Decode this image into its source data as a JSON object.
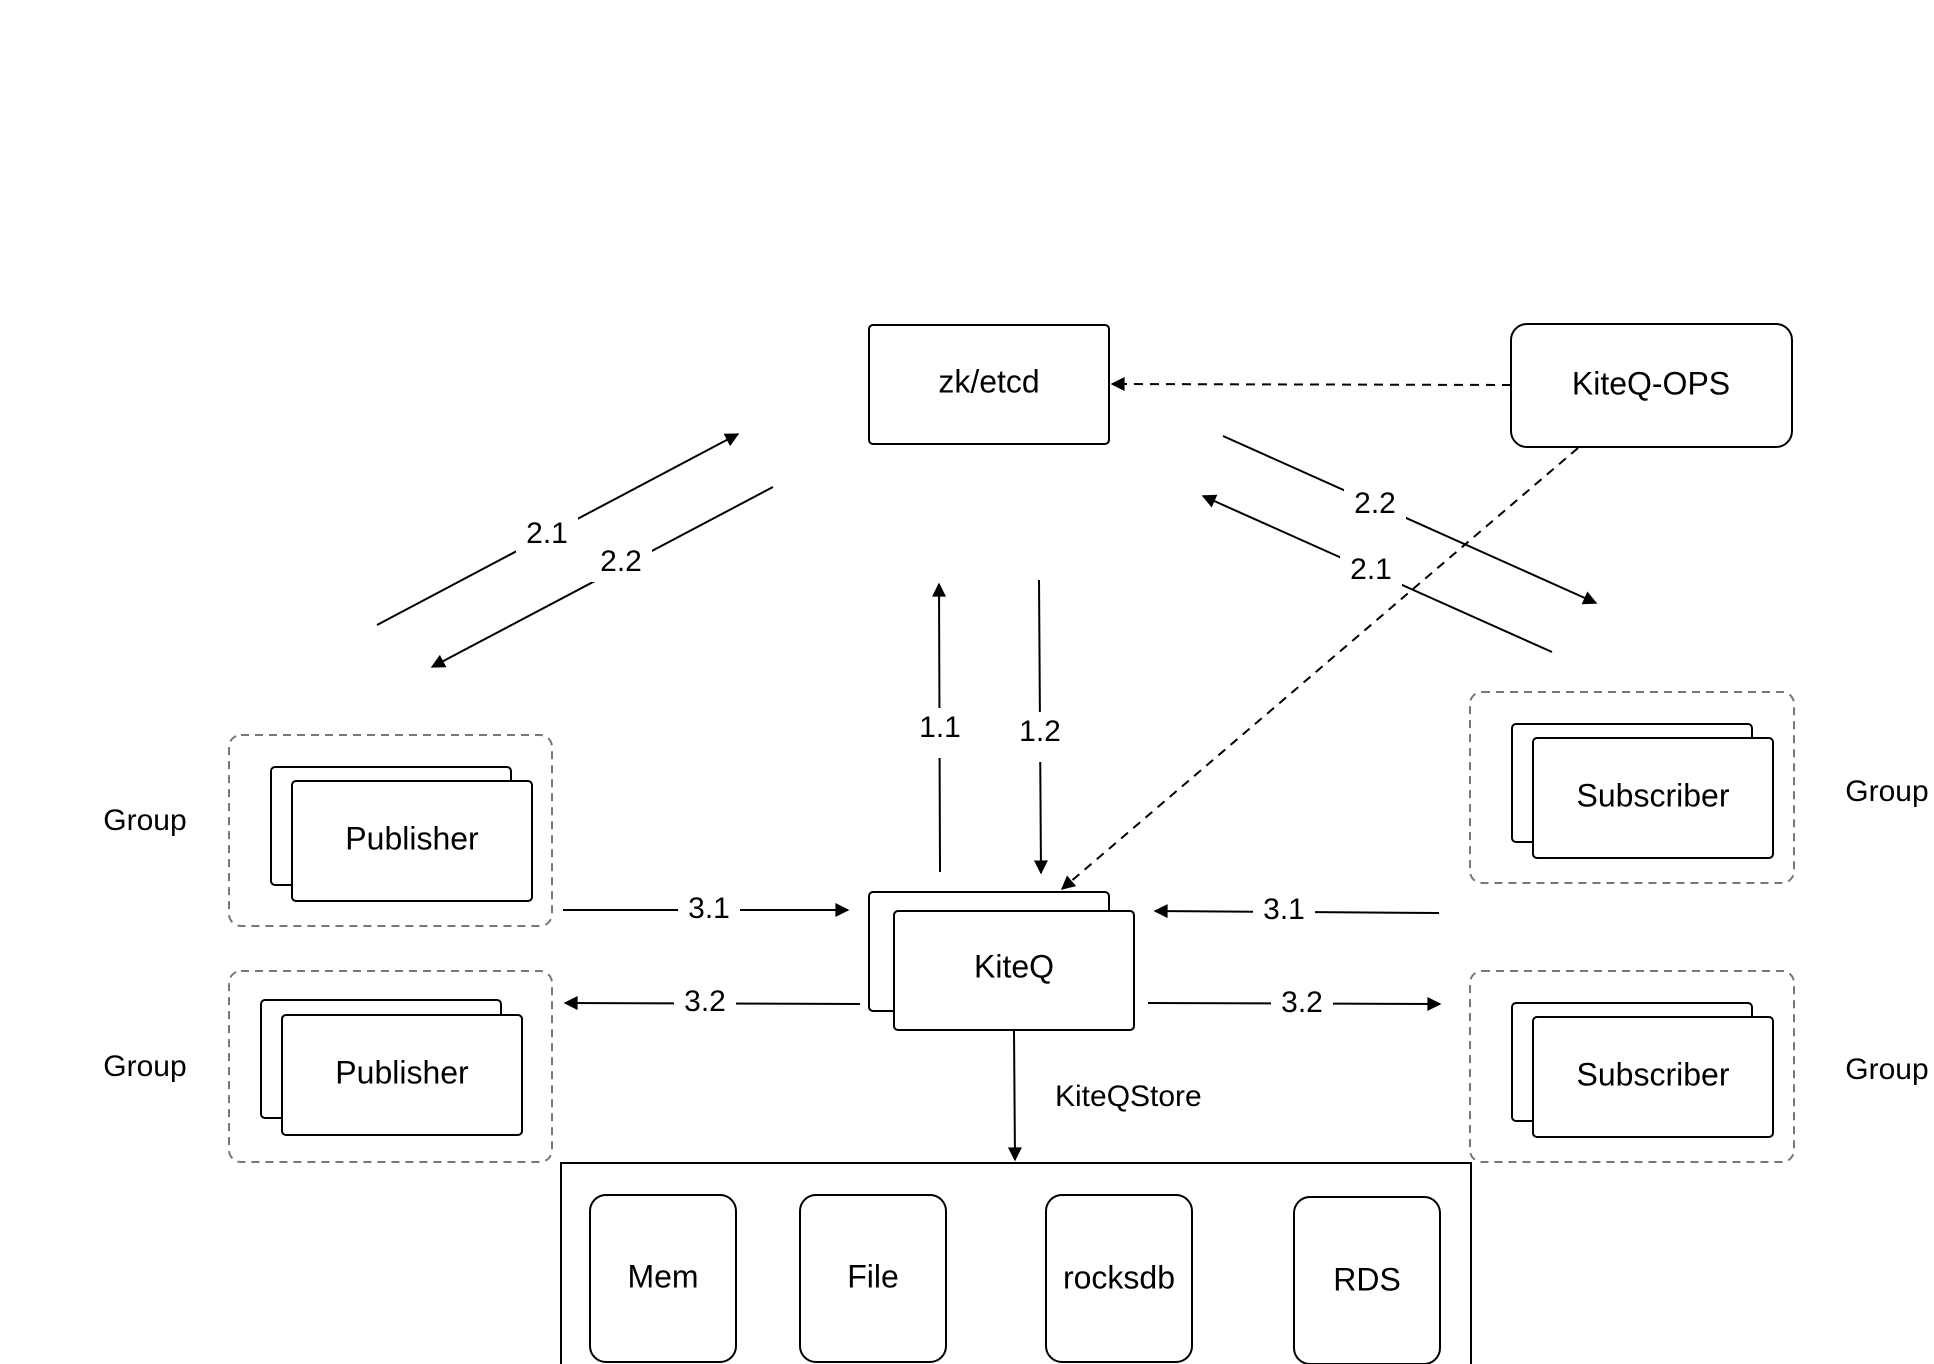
{
  "nodes": {
    "zk": "zk/etcd",
    "ops": "KiteQ-OPS",
    "kiteq": "KiteQ",
    "publisher_top": "Publisher",
    "publisher_bottom": "Publisher",
    "subscriber_top": "Subscriber",
    "subscriber_bottom": "Subscriber"
  },
  "groups": {
    "left_top": "Group",
    "left_bottom": "Group",
    "right_top": "Group",
    "right_bottom": "Group"
  },
  "store": {
    "label": "KiteQStore",
    "items": [
      "Mem",
      "File",
      "rocksdb",
      "RDS"
    ]
  },
  "edges": {
    "pub_to_zk": "2.1",
    "zk_to_pub": "2.2",
    "zk_to_sub": "2.2",
    "sub_to_zk": "2.1",
    "kiteq_to_zk": "1.1",
    "zk_to_kiteq": "1.2",
    "pub_to_kiteq": "3.1",
    "kiteq_to_pub": "3.2",
    "sub_to_kiteq": "3.1",
    "kiteq_to_sub": "3.2"
  },
  "colors": {
    "line": "#000000",
    "group_border": "#777777",
    "background": "#ffffff"
  }
}
